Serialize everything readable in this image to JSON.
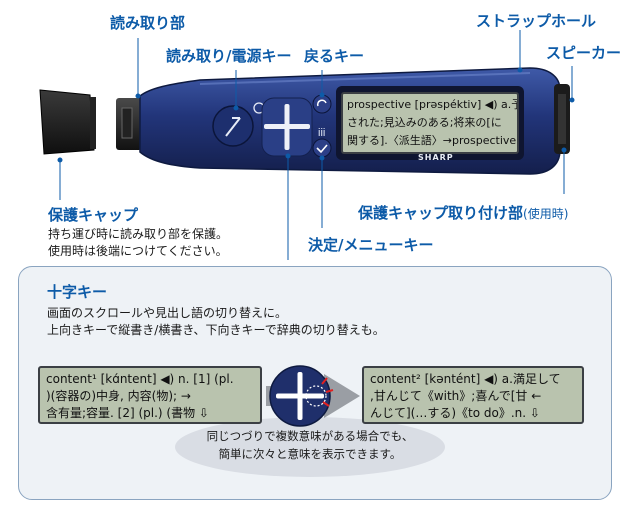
{
  "labels": {
    "reader": "読み取り部",
    "strap": "ストラップホール",
    "power_key": "読み取り/電源キー",
    "back_key": "戻るキー",
    "speaker": "スピーカー",
    "cap": "保護キャップ",
    "cap_desc_1": "持ち運び時に読み取り部を保護。",
    "cap_desc_2": "使用時は後端につけてください。",
    "cap_holder": "保護キャップ取り付け部",
    "cap_holder_note": "(使用時)",
    "enter_key": "決定/メニューキー"
  },
  "device": {
    "brand": "SHARP",
    "screen_lines": [
      "prospective [prəspéktiv] ◀) a.予期",
      "された;見込みのある;将来の[に",
      "関する].〈派生語〉→prospectively ⇩"
    ]
  },
  "cross_key_panel": {
    "title": "十字キー",
    "desc_1": "画面のスクロールや見出し語の切り替えに。",
    "desc_2": "上向きキーで縦書き/横書き、下向きキーで辞典の切り替えも。",
    "screen_left": [
      "content¹ [kɑ́ntent] ◀) n. [1] (pl.",
      ")(容器の)中身, 内容(物); →",
      "含有量;容量. [2] (pl.) (書物 ⇩"
    ],
    "screen_right": [
      "content² [kəntént] ◀) a.満足して",
      ",甘んじて《with》;喜んで[甘 ←",
      "んじて](…する)《to do》.n. ⇩"
    ],
    "note_1": "同じつづりで複数意味がある場合でも、",
    "note_2": "簡単に次々と意味を表示できます。"
  },
  "colors": {
    "label_blue": "#0d5ba8",
    "body_navy": "#1f2f6b",
    "lcd_green": "#b9c3ae",
    "panel_bg": "#eef2f6",
    "panel_border": "#8aa4c0"
  }
}
